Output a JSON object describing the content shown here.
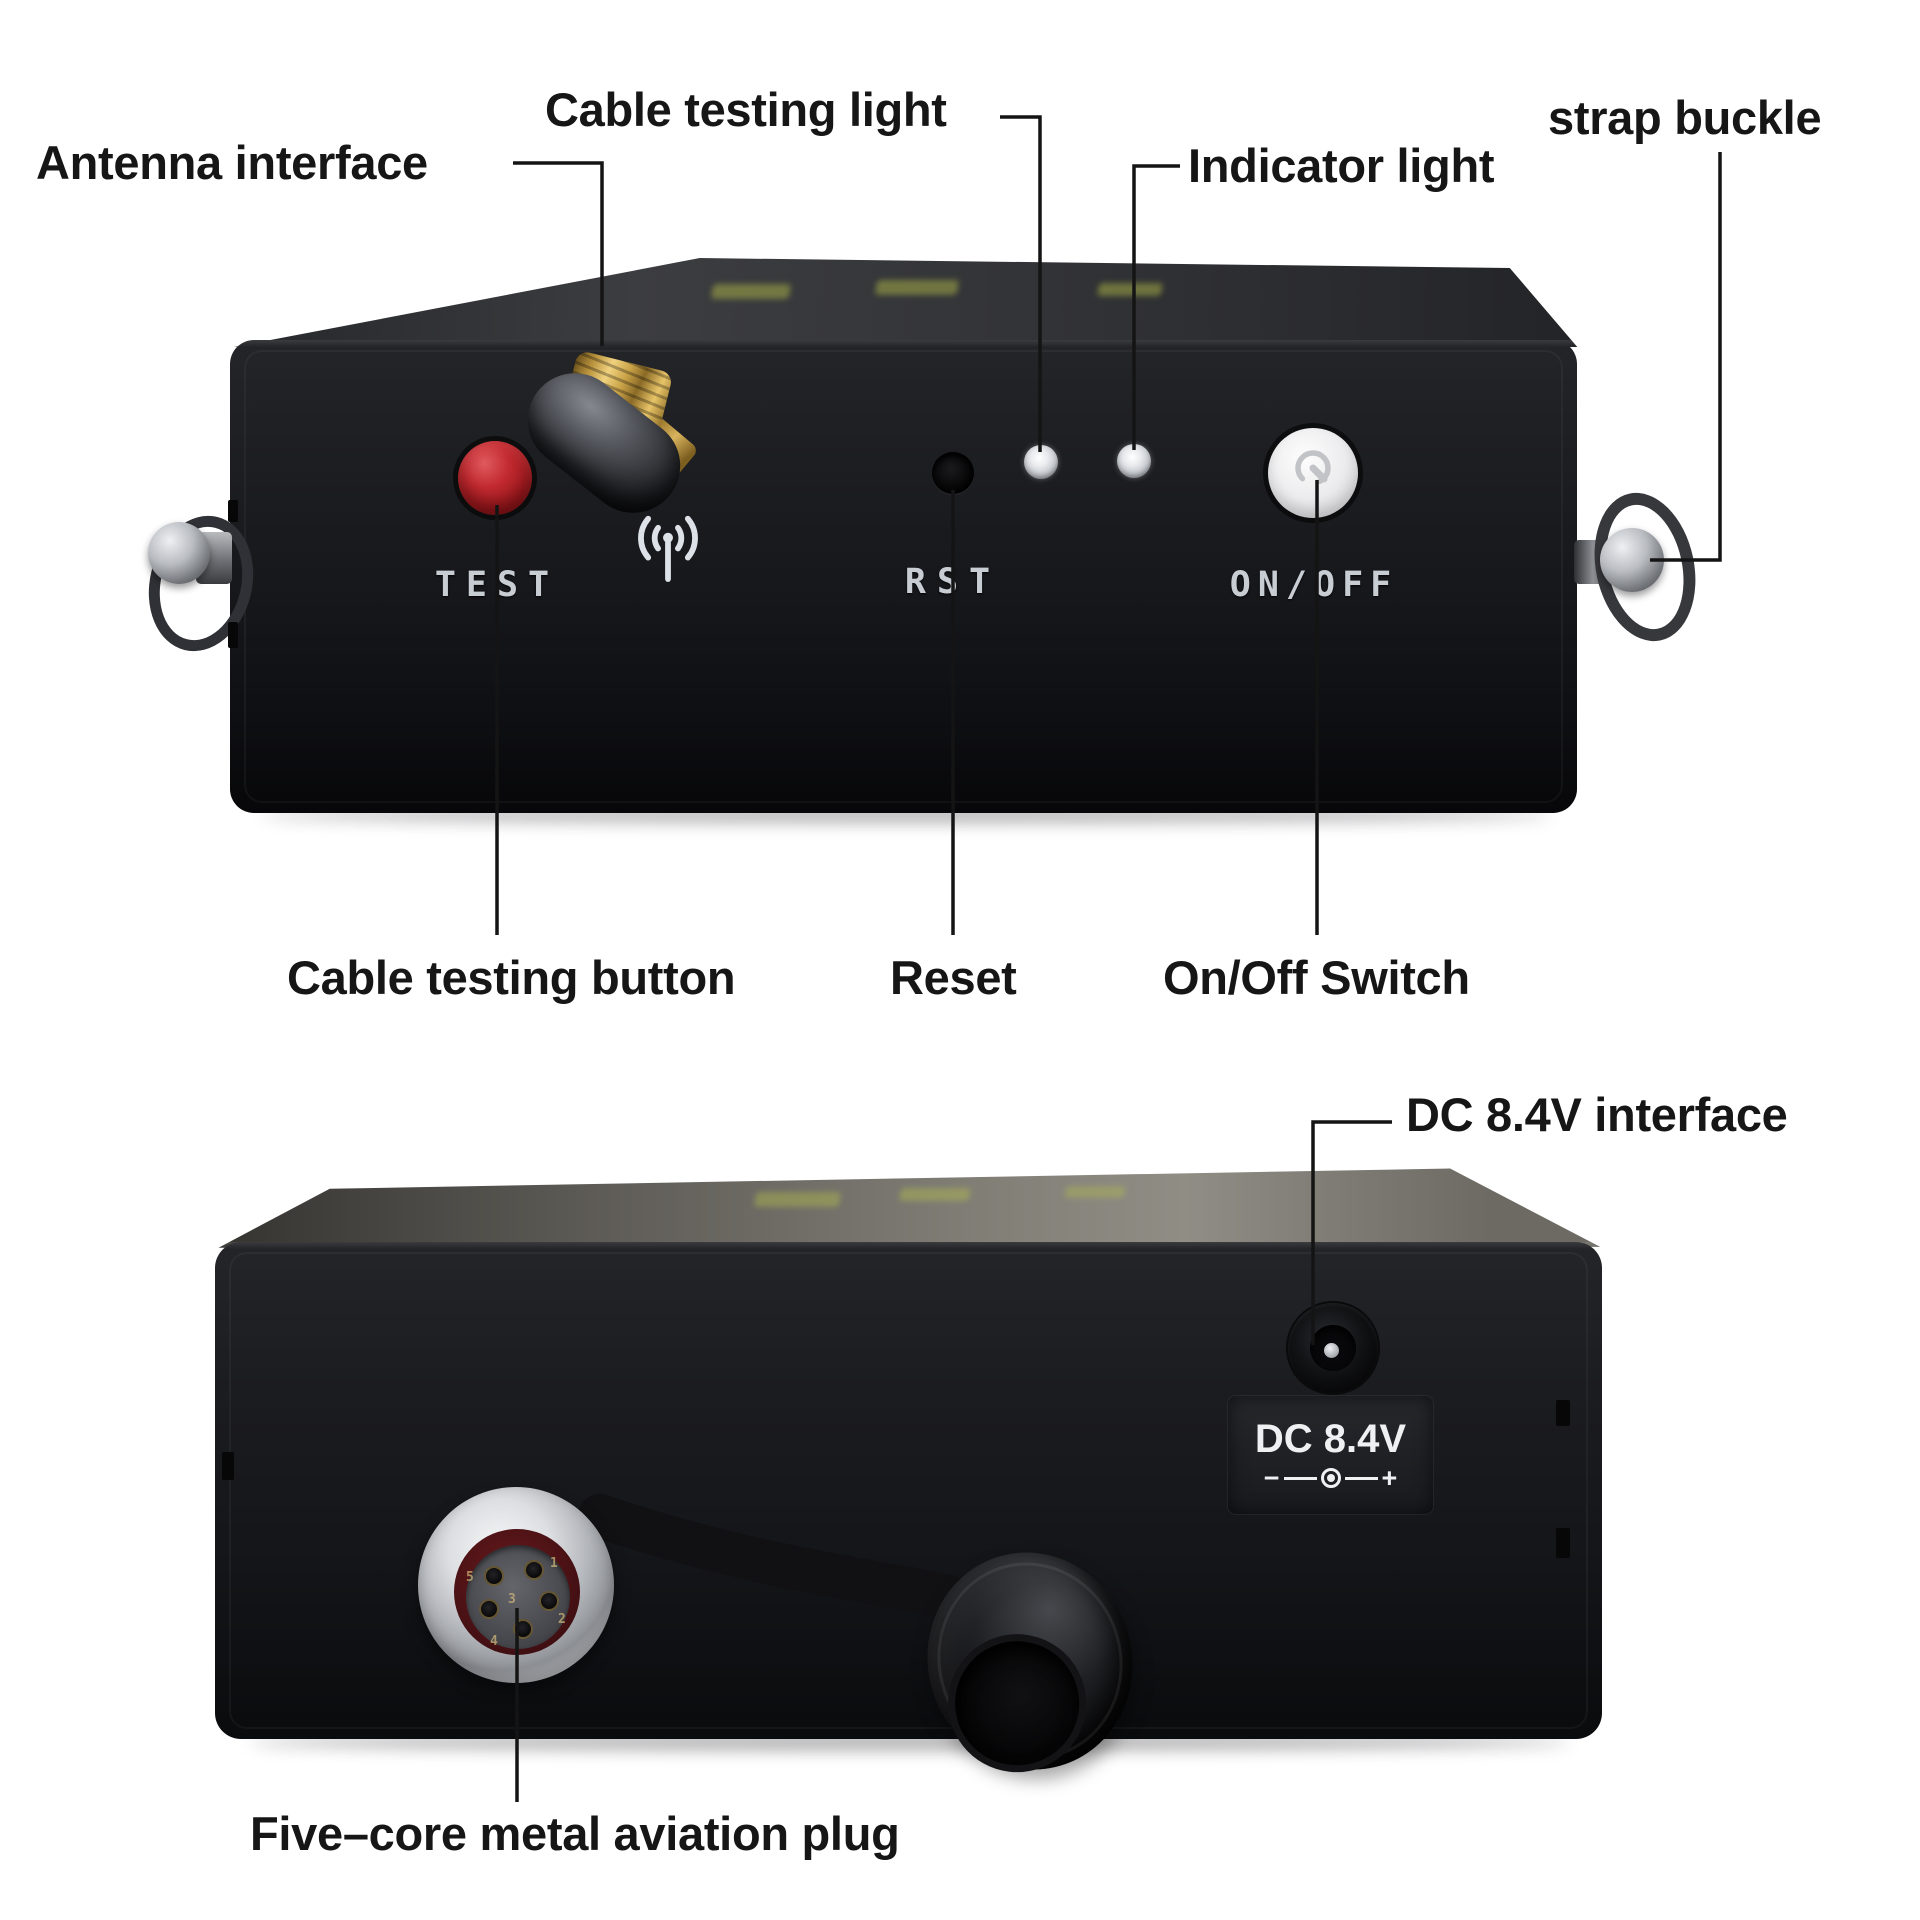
{
  "callouts": {
    "cable_testing_light": "Cable testing light",
    "antenna_interface": "Antenna interface",
    "indicator_light": "Indicator light",
    "strap_buckle": "strap buckle",
    "cable_testing_button": "Cable testing button",
    "reset": "Reset",
    "on_off_switch": "On/Off Switch",
    "dc_interface": "DC 8.4V interface",
    "five_core_plug": "Five–core metal aviation plug"
  },
  "front_panel": {
    "test_button_label": "TEST",
    "reset_label": "RST",
    "power_label": "ON/OFF"
  },
  "rear_panel": {
    "dc_plate_label": "DC 8.4V",
    "polarity_minus": "−",
    "polarity_plus": "+",
    "pin_numbers": [
      "5",
      "1",
      "2",
      "3",
      "4"
    ]
  },
  "colors": {
    "background": "#ffffff",
    "callout_line": "#141414",
    "label_text": "#161616",
    "device_body": "#17181b",
    "test_button": "#b22025",
    "power_button": "#ececee",
    "led": "#e9ebee",
    "panel_text": "#c8cdd4",
    "dc_plate_text": "#eef0f1",
    "top_marking": "#b9c34a",
    "gold_connector": "#caa348",
    "plug_ring": "#b0b3b8",
    "plug_insert": "#4c1215"
  }
}
